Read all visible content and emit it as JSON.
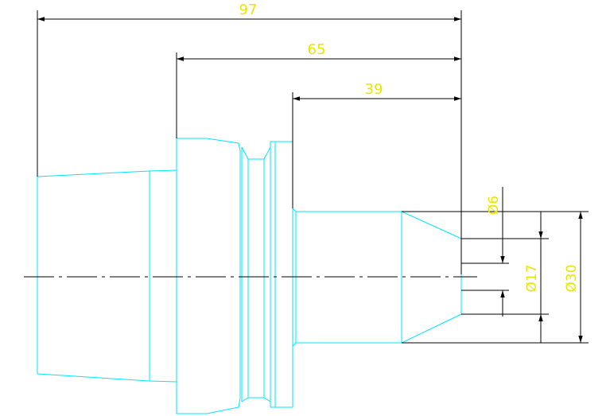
{
  "title": "",
  "colors": {
    "outline": "#00e5ff",
    "dimension_line": "#000000",
    "dimension_text": "#e8e600",
    "background": "#ffffff"
  },
  "dimensions": {
    "overall_length": "97",
    "shank_length": "65",
    "neck_length": "39",
    "bore_diameter": "Ø6",
    "mid_diameter": "Ø17",
    "outer_diameter": "Ø30"
  }
}
